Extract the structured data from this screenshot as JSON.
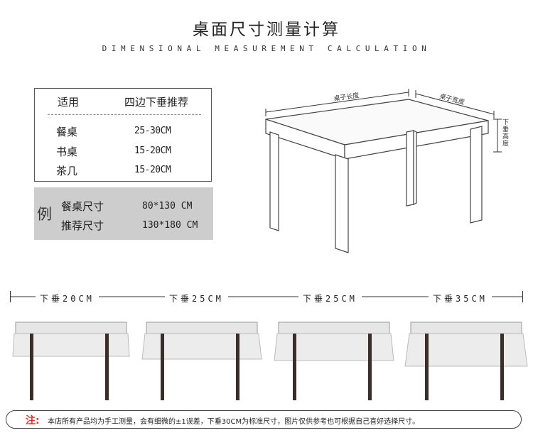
{
  "title": "桌面尺寸测量计算",
  "subtitle": "DIMENSIONAL MEASUREMENT CALCULATION",
  "ref_table": {
    "header_use": "适用",
    "header_drop": "四边下垂推荐",
    "rows": [
      {
        "use": "餐桌",
        "drop": "25-30CM"
      },
      {
        "use": "书桌",
        "drop": "15-20CM"
      },
      {
        "use": "茶几",
        "drop": "15-20CM"
      }
    ]
  },
  "example": {
    "char": "例",
    "rows": [
      {
        "label": "餐桌尺寸",
        "value": "80*130 CM"
      },
      {
        "label": "推荐尺寸",
        "value": "130*180 CM"
      }
    ]
  },
  "diagram": {
    "length_label": "桌子长度",
    "width_label": "桌子宽度",
    "drop_label": "下垂高度"
  },
  "drops": [
    {
      "label": "下垂20CM",
      "drop_cm": 20
    },
    {
      "label": "下垂25CM",
      "drop_cm": 25
    },
    {
      "label": "下垂25CM",
      "drop_cm": 25
    },
    {
      "label": "下垂35CM",
      "drop_cm": 35
    }
  ],
  "note": {
    "mark": "注:",
    "text": "本店所有产品均为手工测量，会有细微的±1误差，下垂30CM为标准尺寸，图片仅供参考也可根据自己喜好选择尺寸。"
  },
  "colors": {
    "border": "#555555",
    "example_bg": "#cdcdcd",
    "note_mark": "#e03030",
    "cloth": "#e6e6e6",
    "leg": "#3a2e2a"
  }
}
